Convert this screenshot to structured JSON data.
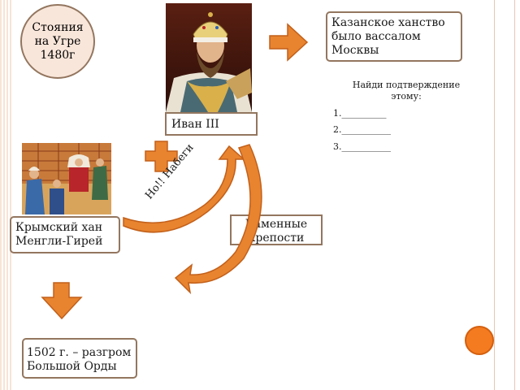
{
  "colors": {
    "accent": "#e8832f",
    "border": "#93765f",
    "circle_fill": "#f9e6da",
    "orange_dot": "#f47b20"
  },
  "circle_label": "Стояния\nна Угре\n1480г",
  "kazan_box": "Казанское ханство\nбыло вассалом\nМосквы",
  "task": {
    "title": "Найди подтверждение\nэтому:",
    "items": [
      "1.__________",
      "2.___________",
      "3.___________"
    ]
  },
  "ivan_label": "Иван III",
  "crimean_label": "Крымский хан\nМенгли-Гирей",
  "stone_label": "Каменные\nкрепости",
  "raids_label": "Но!! Набеги",
  "horde_label": "1502 г. – разгром\nБольшой Орды",
  "icons": {
    "plus": "plus-icon",
    "arrow_right": "arrow-right-icon",
    "arrow_down": "arrow-down-icon"
  }
}
